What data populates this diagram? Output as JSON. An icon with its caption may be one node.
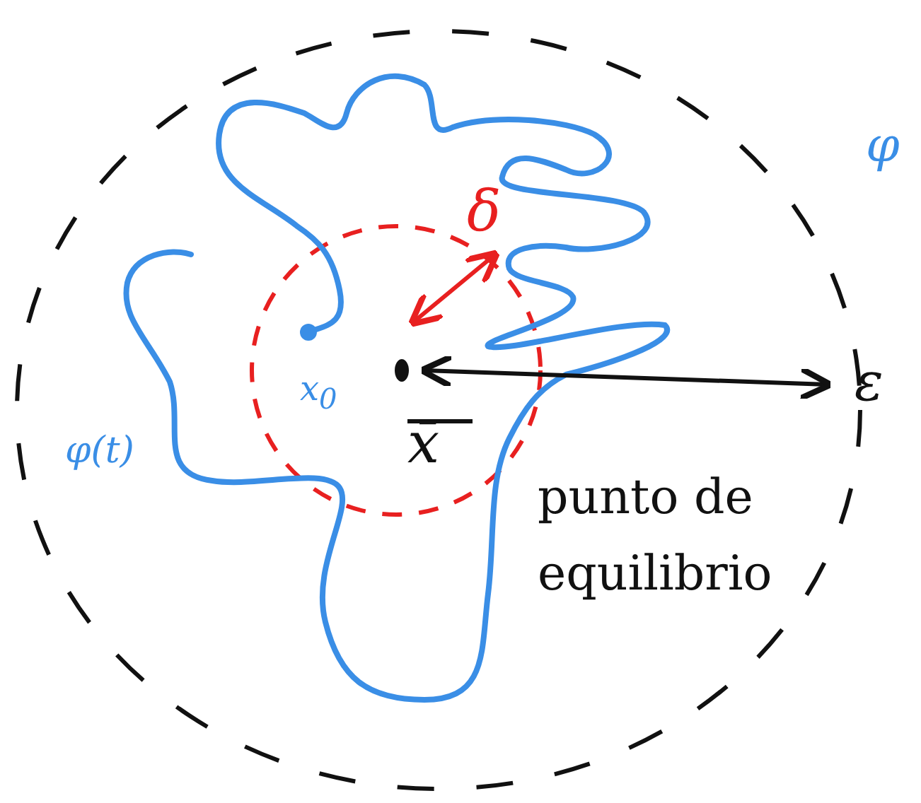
{
  "diagram": {
    "labels": [
      "φ",
      "δ",
      "x$_{0}$",
      "ε",
      "x̄",
      "φ(t)",
      "punto de equilibrio"
    ]
  }
}
